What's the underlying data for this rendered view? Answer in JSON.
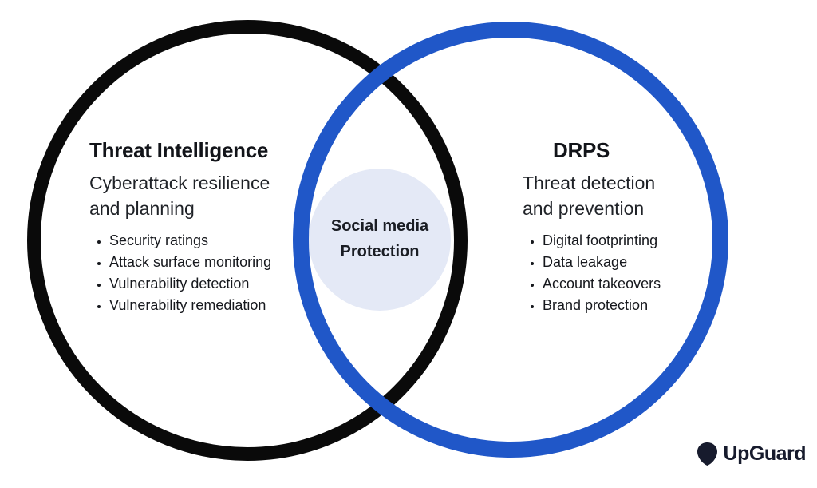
{
  "diagram": {
    "type": "venn",
    "left_circle": {
      "title": "Threat Intelligence",
      "subtitle": "Cyberattack resilience and planning",
      "items": [
        "Security ratings",
        "Attack surface monitoring",
        "Vulnerability detection",
        "Vulnerability remediation"
      ],
      "stroke_color": "#0a0a0a"
    },
    "right_circle": {
      "title": "DRPS",
      "subtitle": "Threat detection and prevention",
      "items": [
        "Digital footprinting",
        "Data leakage",
        "Account takeovers",
        "Brand protection"
      ],
      "stroke_color": "#2057c8"
    },
    "intersection": {
      "label": "Social media Protection",
      "fill_color": "#e4e9f6"
    }
  },
  "branding": {
    "logo_text": "UpGuard",
    "logo_color": "#171b2d"
  }
}
